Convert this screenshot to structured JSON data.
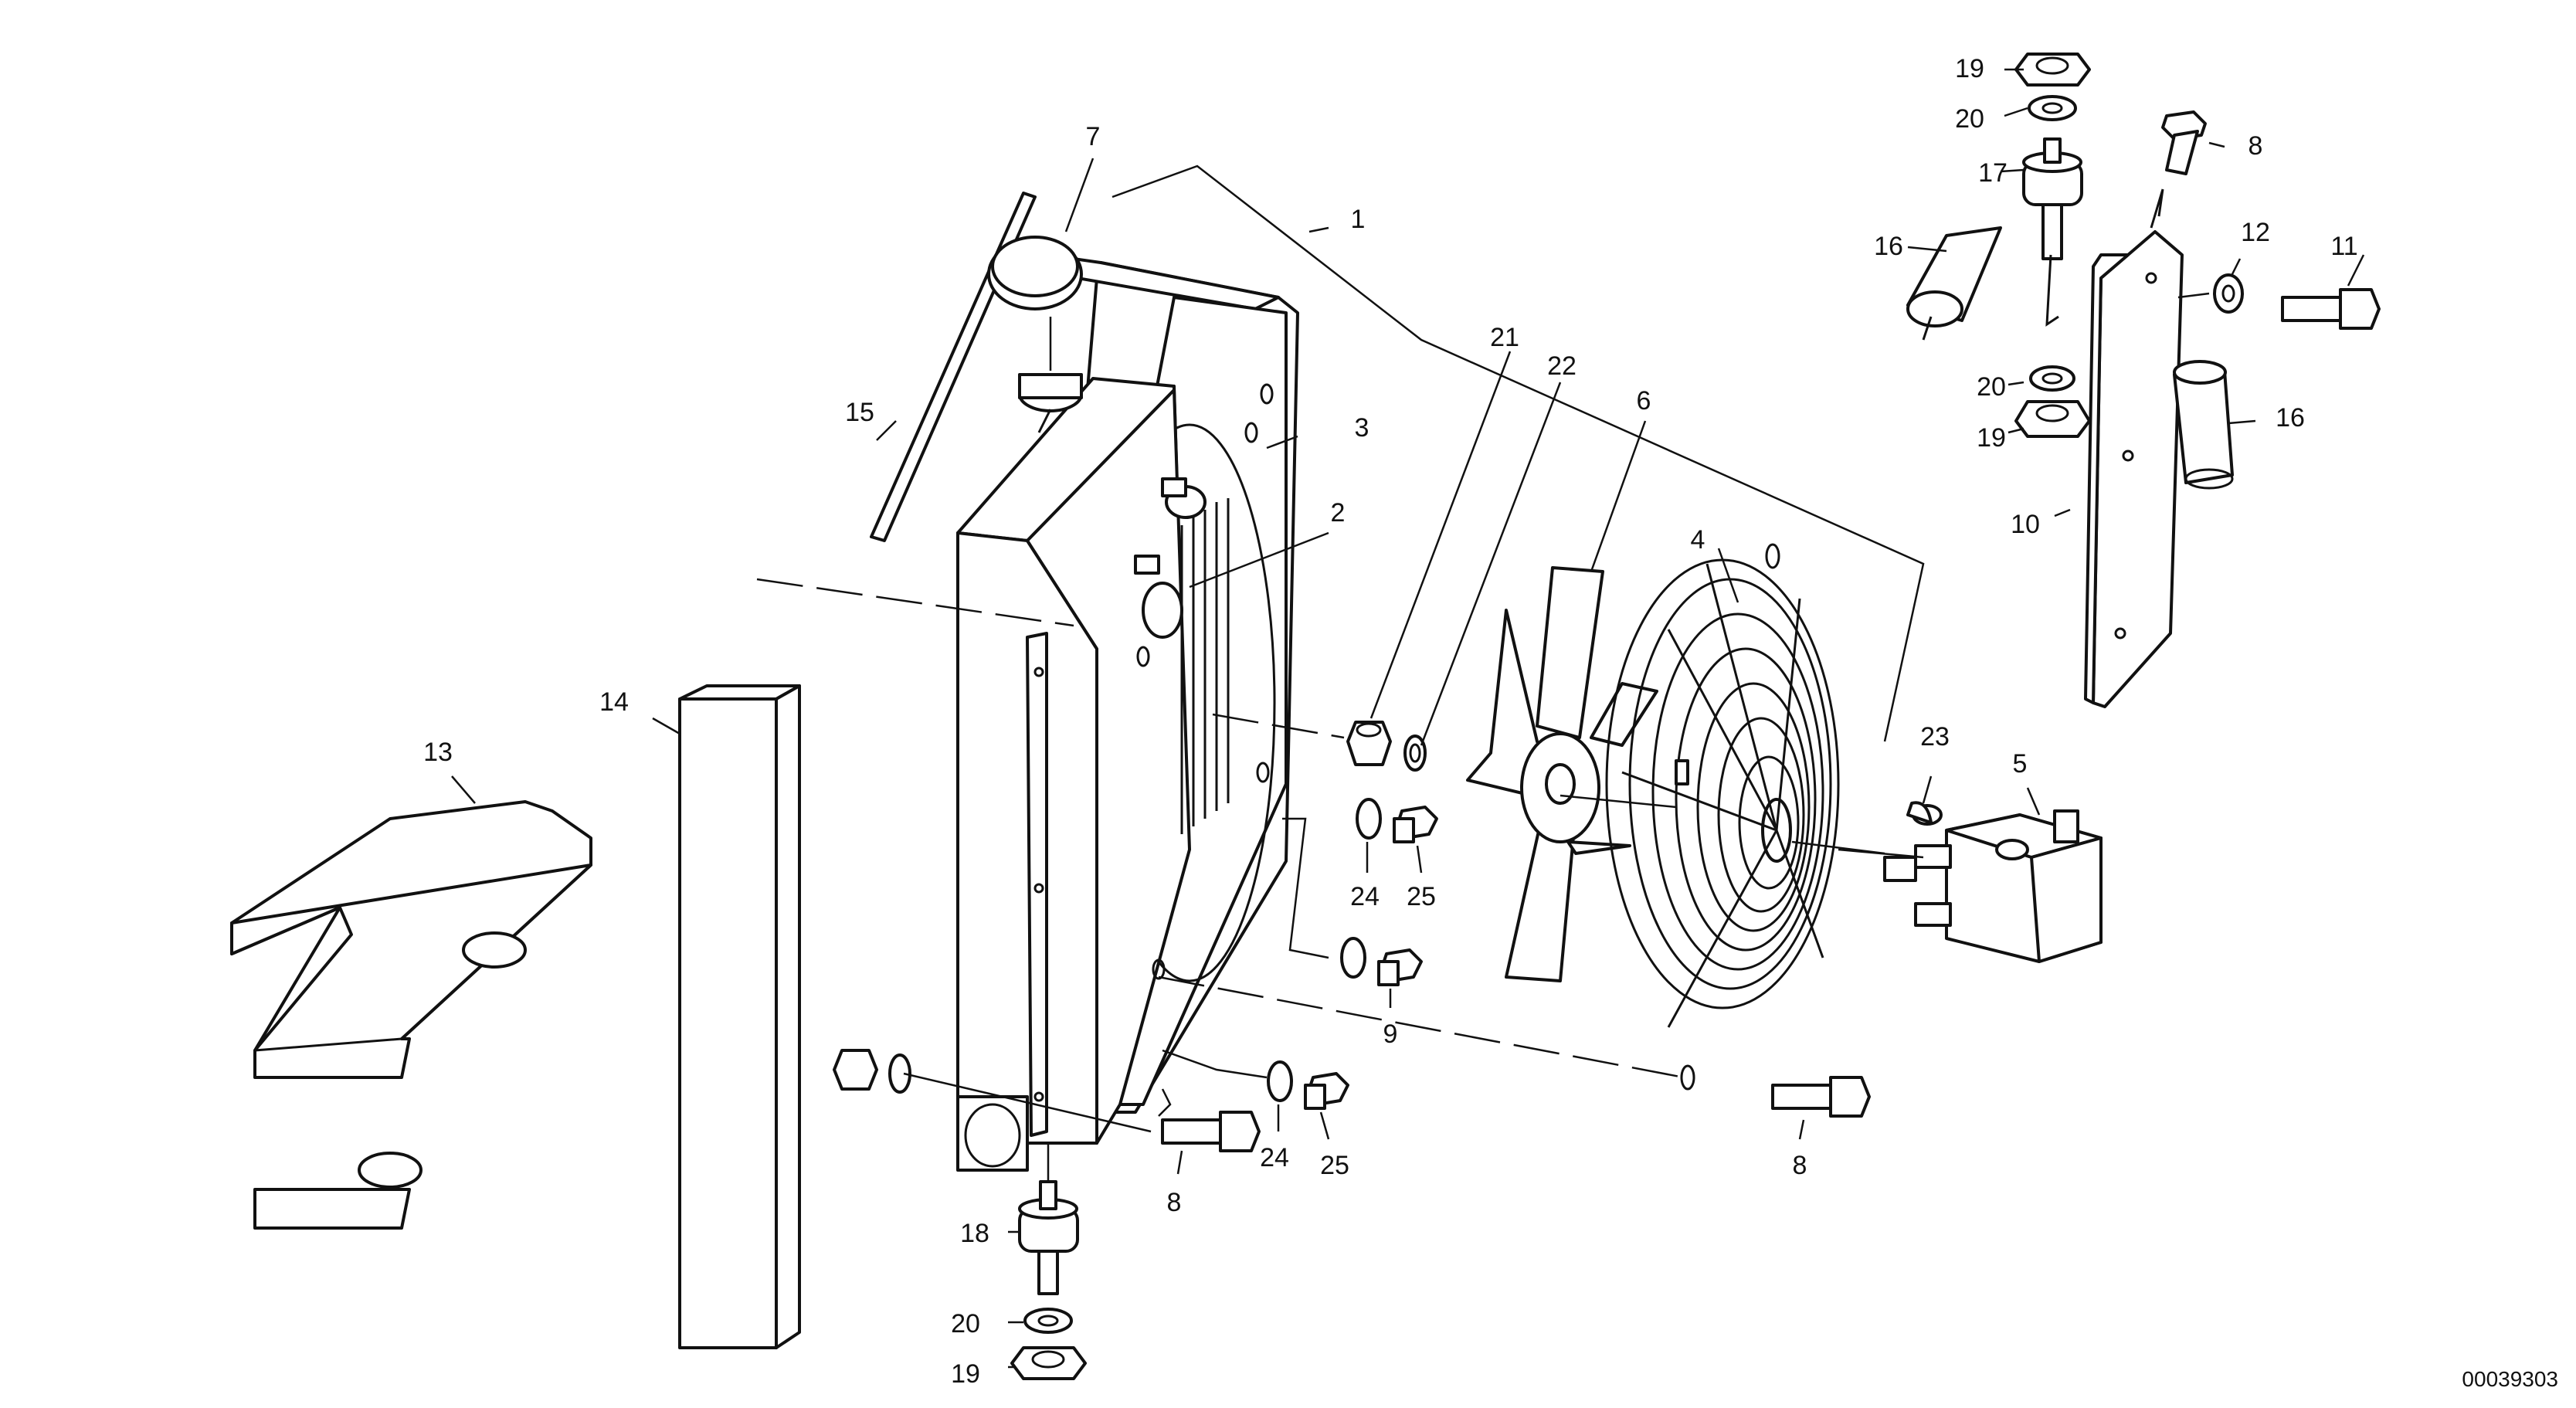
{
  "diagram": {
    "reference_number": "00039303",
    "callouts": {
      "c1": "1",
      "c2": "2",
      "c3": "3",
      "c4": "4",
      "c5": "5",
      "c6": "6",
      "c7": "7",
      "c8a": "8",
      "c8b": "8",
      "c8c": "8",
      "c9": "9",
      "c10": "10",
      "c11": "11",
      "c12": "12",
      "c13": "13",
      "c14": "14",
      "c15": "15",
      "c16a": "16",
      "c16b": "16",
      "c17": "17",
      "c18": "18",
      "c19a": "19",
      "c19b": "19",
      "c19c": "19",
      "c20a": "20",
      "c20b": "20",
      "c20c": "20",
      "c21": "21",
      "c22": "22",
      "c23": "23",
      "c24a": "24",
      "c24b": "24",
      "c25a": "25",
      "c25b": "25"
    }
  }
}
